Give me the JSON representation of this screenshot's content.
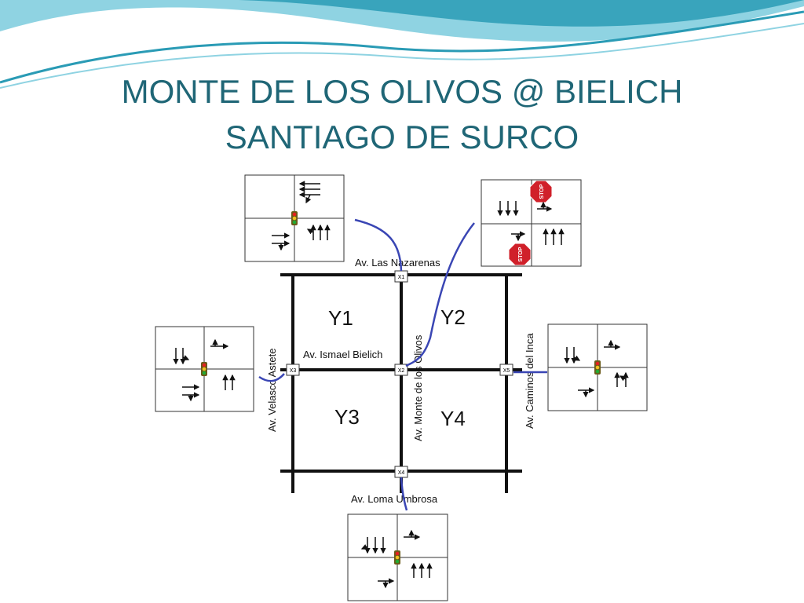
{
  "title": {
    "line1": "MONTE DE LOS OLIVOS @ BIELICH",
    "line2": "SANTIAGO DE SURCO"
  },
  "colors": {
    "title": "#1f6676",
    "wave_dark": "#2a9bb5",
    "wave_light": "#8fd3e2",
    "road": "#111111",
    "connector": "#3a46b4",
    "stop_sign": "#d0202a"
  },
  "streets": {
    "north": "Av. Las Nazarenas",
    "middle": "Av. Ismael Bielich",
    "south": "Av. Loma Umbrosa",
    "west": "Av. Velasco Astete",
    "center": "Av. Monte de los Olivos",
    "east": "Av. Caminos del Inca"
  },
  "zones": [
    "Y1",
    "Y2",
    "Y3",
    "Y4"
  ],
  "nodes": [
    "X1",
    "X2",
    "X3",
    "X4",
    "X5"
  ],
  "icons": {
    "traffic_light": "traffic-light-icon",
    "stop": "stop-sign-icon",
    "arrow": "lane-arrow-icon"
  },
  "stop_label": "STOP"
}
